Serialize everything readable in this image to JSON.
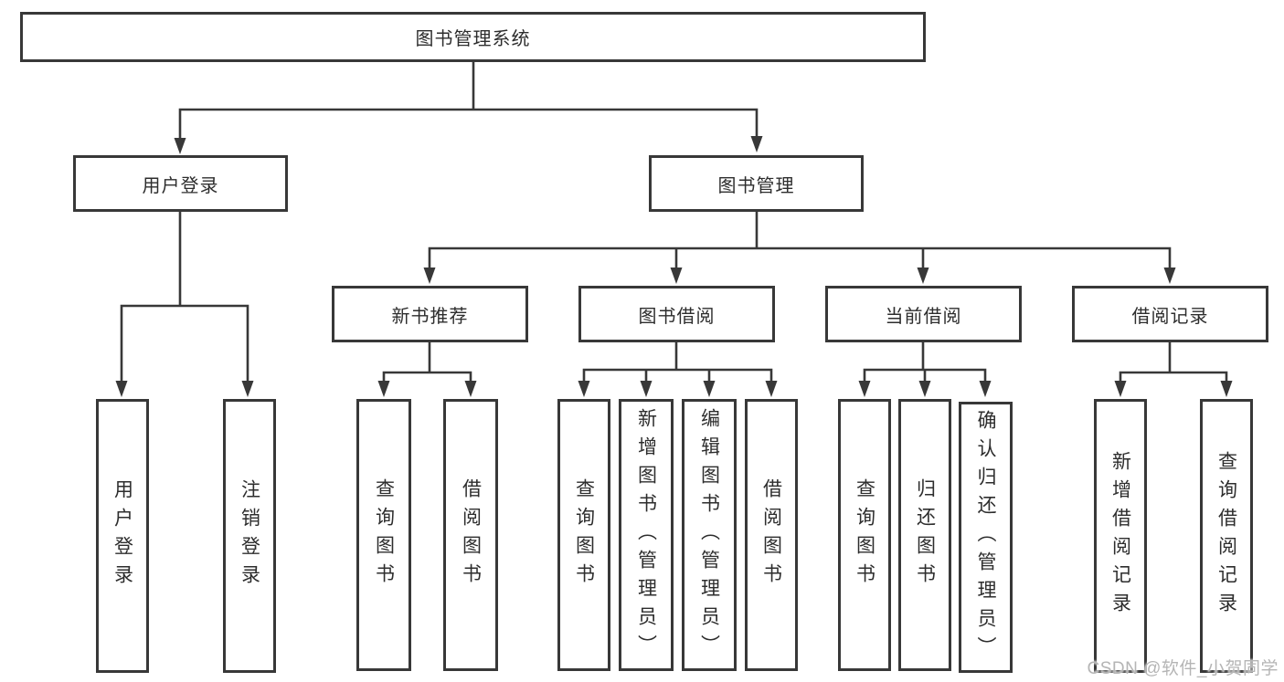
{
  "diagram": {
    "title": "图书管理系统",
    "tree": {
      "label": "图书管理系统",
      "children": [
        {
          "label": "用户登录",
          "children": [
            {
              "label": "用户登录"
            },
            {
              "label": "注销登录"
            }
          ]
        },
        {
          "label": "图书管理",
          "children": [
            {
              "label": "新书推荐",
              "children": [
                {
                  "label": "查询图书"
                },
                {
                  "label": "借阅图书"
                }
              ]
            },
            {
              "label": "图书借阅",
              "children": [
                {
                  "label": "查询图书"
                },
                {
                  "label": "新增图书（管理员）"
                },
                {
                  "label": "编辑图书（管理员）"
                },
                {
                  "label": "借阅图书"
                }
              ]
            },
            {
              "label": "当前借阅",
              "children": [
                {
                  "label": "查询图书"
                },
                {
                  "label": "归还图书"
                },
                {
                  "label": "确认归还（管理员）"
                }
              ]
            },
            {
              "label": "借阅记录",
              "children": [
                {
                  "label": "新增借阅记录"
                },
                {
                  "label": "查询借阅记录"
                }
              ]
            }
          ]
        }
      ]
    },
    "colors": {
      "line": "#383838",
      "box_border": "#383838",
      "text": "#2d2d2d",
      "background": "#ffffff",
      "watermark": "#b5b5b5"
    }
  },
  "watermark": {
    "text": "CSDN @软件_小贺同学"
  }
}
